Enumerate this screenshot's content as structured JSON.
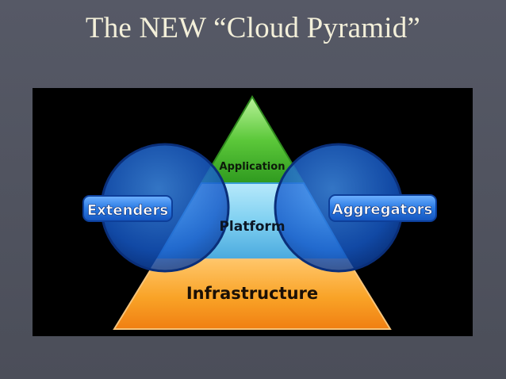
{
  "slide": {
    "title": "The NEW “Cloud Pyramid”"
  },
  "diagram": {
    "layers": [
      {
        "label": "Application",
        "color": "#52c43a"
      },
      {
        "label": "Platform",
        "color": "#7ed2f3"
      },
      {
        "label": "Infrastructure",
        "color": "#f7a125"
      }
    ],
    "sides": [
      {
        "label": "Extenders",
        "color": "#1e6fd9"
      },
      {
        "label": "Aggregators",
        "color": "#1e6fd9"
      }
    ]
  }
}
